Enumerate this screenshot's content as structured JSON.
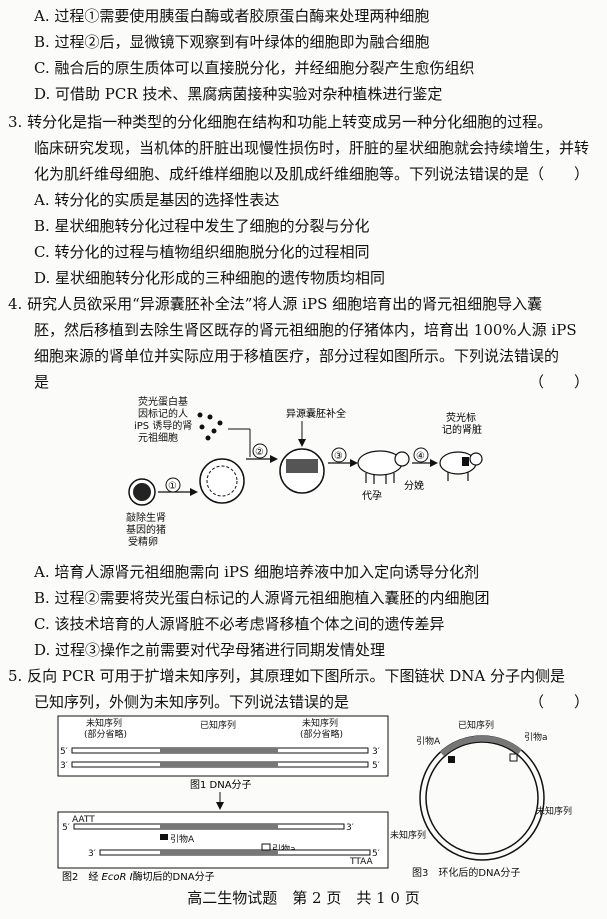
{
  "q2": {
    "A": "A. 过程①需要使用胰蛋白酶或者胶原蛋白酶来处理两种细胞",
    "B": "B. 过程②后，显微镜下观察到有叶绿体的细胞即为融合细胞",
    "C": "C. 融合后的原生质体可以直接脱分化，并经细胞分裂产生愈伤组织",
    "D": "D. 可借助 PCR 技术、黑腐病菌接种实验对杂种植株进行鉴定"
  },
  "q3": {
    "line1": "3. 转分化是指一种类型的分化细胞在结构和功能上转变成另一种分化细胞的过程。",
    "line2": "临床研究发现，当机体的肝脏出现慢性损伤时，肝脏的星状细胞就会持续增生，并转",
    "line3": "化为肌纤维母细胞、成纤维样细胞以及肌成纤维细胞等。下列说法错误的是",
    "paren": "（　　）",
    "A": "A. 转分化的实质是基因的选择性表达",
    "B": "B. 星状细胞转分化过程中发生了细胞的分裂与分化",
    "C": "C. 转分化的过程与植物组织细胞脱分化的过程相同",
    "D": "D. 星状细胞转分化形成的三种细胞的遗传物质均相同"
  },
  "q4": {
    "line1": "4. 研究人员欲采用“异源囊胚补全法”将人源 iPS 细胞培育出的肾元祖细胞导入囊",
    "line2": "胚，然后移植到去除生肾区既存的肾元祖细胞的仔猪体内，培育出 100%人源 iPS",
    "line3": "细胞来源的肾单位并实际应用于移植医疗，部分过程如图所示。下列说法错误的",
    "line4": "是",
    "paren": "（　　）",
    "fig": {
      "label_ips_1": "荧光蛋白基",
      "label_ips_2": "因标记的人",
      "label_ips_3": "iPS 诱导的肾",
      "label_ips_4": "元祖细胞",
      "label_egg_1": "敲除生肾",
      "label_egg_2": "基因的猪",
      "label_egg_3": "受精卵",
      "label_blast": "异源囊胚补全",
      "label_kidney_1": "荧光标",
      "label_kidney_2": "记的肾脏",
      "label_surrogate": "代孕",
      "label_birth": "分娩",
      "step1": "①",
      "step2": "②",
      "step3": "③",
      "step4": "④"
    },
    "A": "A. 培育人源肾元祖细胞需向 iPS 细胞培养液中加入定向诱导分化剂",
    "B": "B. 过程②需要将荧光蛋白标记的人源肾元祖细胞植入囊胚的内细胞团",
    "C": "C. 该技术培育的人源肾脏不必考虑肾移植个体之间的遗传差异",
    "D": "D. 过程③操作之前需要对代孕母猪进行同期发情处理"
  },
  "q5": {
    "line1": "5. 反向 PCR 可用于扩增未知序列，其原理如下图所示。下图链状 DNA 分子内侧是",
    "line2": "已知序列，外侧为未知序列。下列说法错误的是",
    "paren": "（　　）",
    "fig1": {
      "unknown_left_1": "未知序列",
      "unknown_left_2": "(部分省略)",
      "known": "已知序列",
      "unknown_right_1": "未知序列",
      "unknown_right_2": "(部分省略)",
      "end_5": "5′",
      "end_3": "3′",
      "caption": "图1  DNA分子"
    },
    "fig2": {
      "aatt": "AATT",
      "ttaa": "TTAA",
      "primer_A": "引物A",
      "primer_a": "引物a",
      "caption_pre": "图2　经 ",
      "caption_enzyme": "EcoR Ⅰ",
      "caption_post": "酶切后的DNA分子"
    },
    "fig3": {
      "known": "已知序列",
      "primer_A": "引物A",
      "primer_a": "引物a",
      "unknown_1": "未知序列",
      "unknown_2": "未知序列",
      "caption": "图3　环化后的DNA分子"
    }
  },
  "footer": "高二生物试题　第 2 页　共 1 0 页"
}
